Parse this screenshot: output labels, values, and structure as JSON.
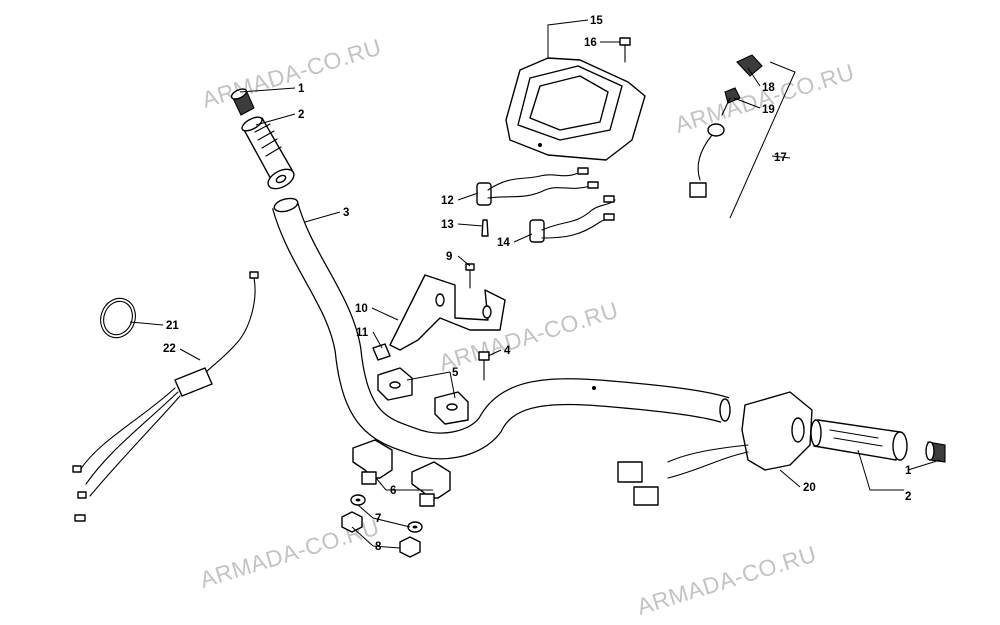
{
  "watermark": "ARMADA-CO.RU",
  "callouts": {
    "c1a": "1",
    "c2a": "2",
    "c3": "3",
    "c4": "4",
    "c5": "5",
    "c6": "6",
    "c7": "7",
    "c8": "8",
    "c9": "9",
    "c10": "10",
    "c11": "11",
    "c12": "12",
    "c13": "13",
    "c14": "14",
    "c15": "15",
    "c16": "16",
    "c17": "17",
    "c18": "18",
    "c19": "19",
    "c20": "20",
    "c21": "21",
    "c22": "22",
    "c1b": "1",
    "c2b": "2"
  }
}
